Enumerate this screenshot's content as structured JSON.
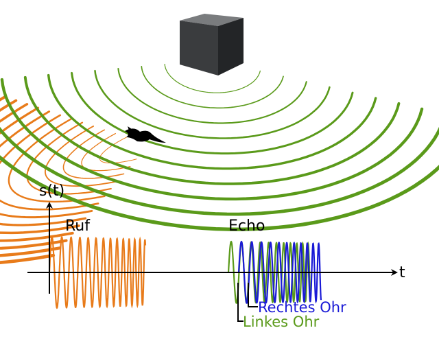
{
  "diagram": {
    "axis_y_label": "s(t)",
    "axis_x_label": "t",
    "call_label": "Ruf",
    "echo_label": "Echo",
    "right_ear_label": "Rechtes Ohr",
    "left_ear_label": "Linkes Ohr"
  },
  "colors": {
    "call_wave": "#e87b1a",
    "echo_wave": "#5a9a1a",
    "right_ear": "#1a1ad6",
    "left_ear": "#5a9a1a",
    "axis": "#000000",
    "object_front": "#3a3c3e",
    "object_top": "#7a7c7e",
    "object_side": "#232527"
  }
}
